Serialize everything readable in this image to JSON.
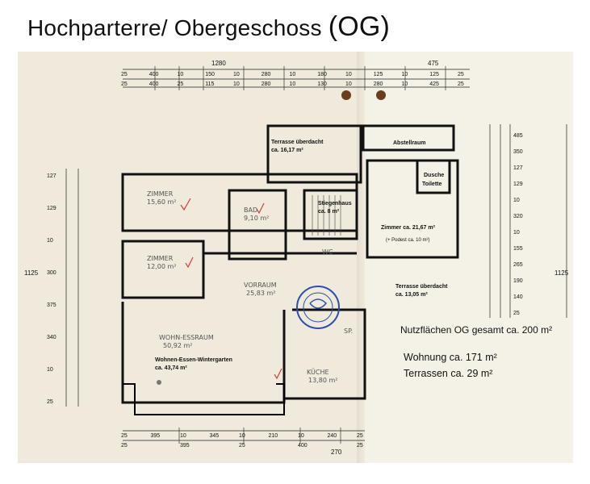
{
  "header": {
    "title": "Hochparterre/ Obergeschoss ",
    "title_suffix": "(OG)"
  },
  "rooms": {
    "terrasse_top_name": "Terrasse überdacht",
    "terrasse_top_area": "ca. 16,17 m²",
    "abstellraum": "Abstellraum",
    "dusche": "Dusche",
    "toilette": "Toilette",
    "stiegenhaus_name": "Stiegenhaus",
    "stiegenhaus_area": "ca. 8 m²",
    "zimmer_name": "Zimmer  ca. 21,67 m²",
    "zimmer_note": "(+ Podest ca. 10 m²)",
    "terrasse_right_name": "Terrasse überdacht",
    "terrasse_right_area": "ca. 13,05 m²",
    "wohnen_name": "Wohnen-Essen-Wintergarten",
    "wohnen_area": "ca. 43,74 m²"
  },
  "handwritten": {
    "zimmer1": "ZIMMER",
    "zimmer1_area": "15,60 m²",
    "zimmer2": "ZIMMER",
    "zimmer2_area": "12,00 m²",
    "bad": "BAD",
    "bad_area": "9,10 m²",
    "vorraum": "VORRAUM",
    "vorraum_area": "25,83 m²",
    "wohn_essraum": "WOHN-ESSRAUM",
    "wohn_area": "50,92 m²",
    "kueche": "KÜCHE",
    "kueche_area": "13,80 m²",
    "sp": "SP.",
    "wc": "WC"
  },
  "dimensions": {
    "top_row1": [
      "25",
      "400",
      "10",
      "150",
      "10",
      "280",
      "10",
      "180",
      "10",
      "125",
      "10",
      "125",
      "25"
    ],
    "top_row2": [
      "25",
      "400",
      "25",
      "115",
      "10",
      "280",
      "10",
      "130",
      "10",
      "280",
      "10",
      "425",
      "25"
    ],
    "top_total": "1280",
    "top_right": "475",
    "bottom_row1": [
      "25",
      "395",
      "10",
      "345",
      "10",
      "210",
      "10",
      "240",
      "25"
    ],
    "bottom_row2": [
      "25",
      "395",
      "25",
      "400",
      "25"
    ],
    "bottom_extra": "270",
    "left_col": [
      "127",
      "129",
      "10",
      "300",
      "375",
      "340",
      "10",
      "25"
    ],
    "left_total": "1125",
    "right_col": [
      "485",
      "350",
      "127",
      "129",
      "10",
      "320",
      "10",
      "155",
      "265",
      "190",
      "140",
      "25"
    ],
    "right_total": "1125"
  },
  "summary": {
    "nutzflaeche": "Nutzflächen OG gesamt ca. 200 m²",
    "wohnung_prefix": "Wohnung ca. ",
    "wohnung_value": "171",
    "wohnung_unit": " m²",
    "terrassen": "Terrassen ca. 29 m²"
  },
  "colors": {
    "paper": "#efeadb",
    "ink": "#111111",
    "handwriting_red": "#d23c3c",
    "stamp_blue": "#2a4fb0"
  }
}
